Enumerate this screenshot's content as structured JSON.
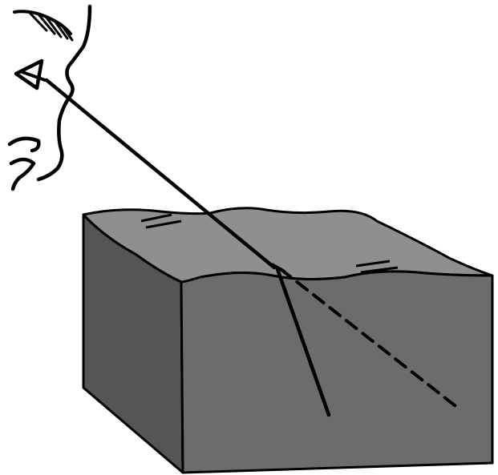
{
  "diagram": {
    "kind": "refraction-illustration",
    "elements": [
      "observer-face-sketch",
      "water-tank-block",
      "incident-sight-ray",
      "refracted-ray",
      "apparent-ray-dashed"
    ],
    "colors": {
      "background": "#ffffff",
      "ink": "#000000",
      "water_surface": "#8f8f8f",
      "tank_left_face": "#555555",
      "tank_front_face": "#6c6c6c"
    }
  }
}
